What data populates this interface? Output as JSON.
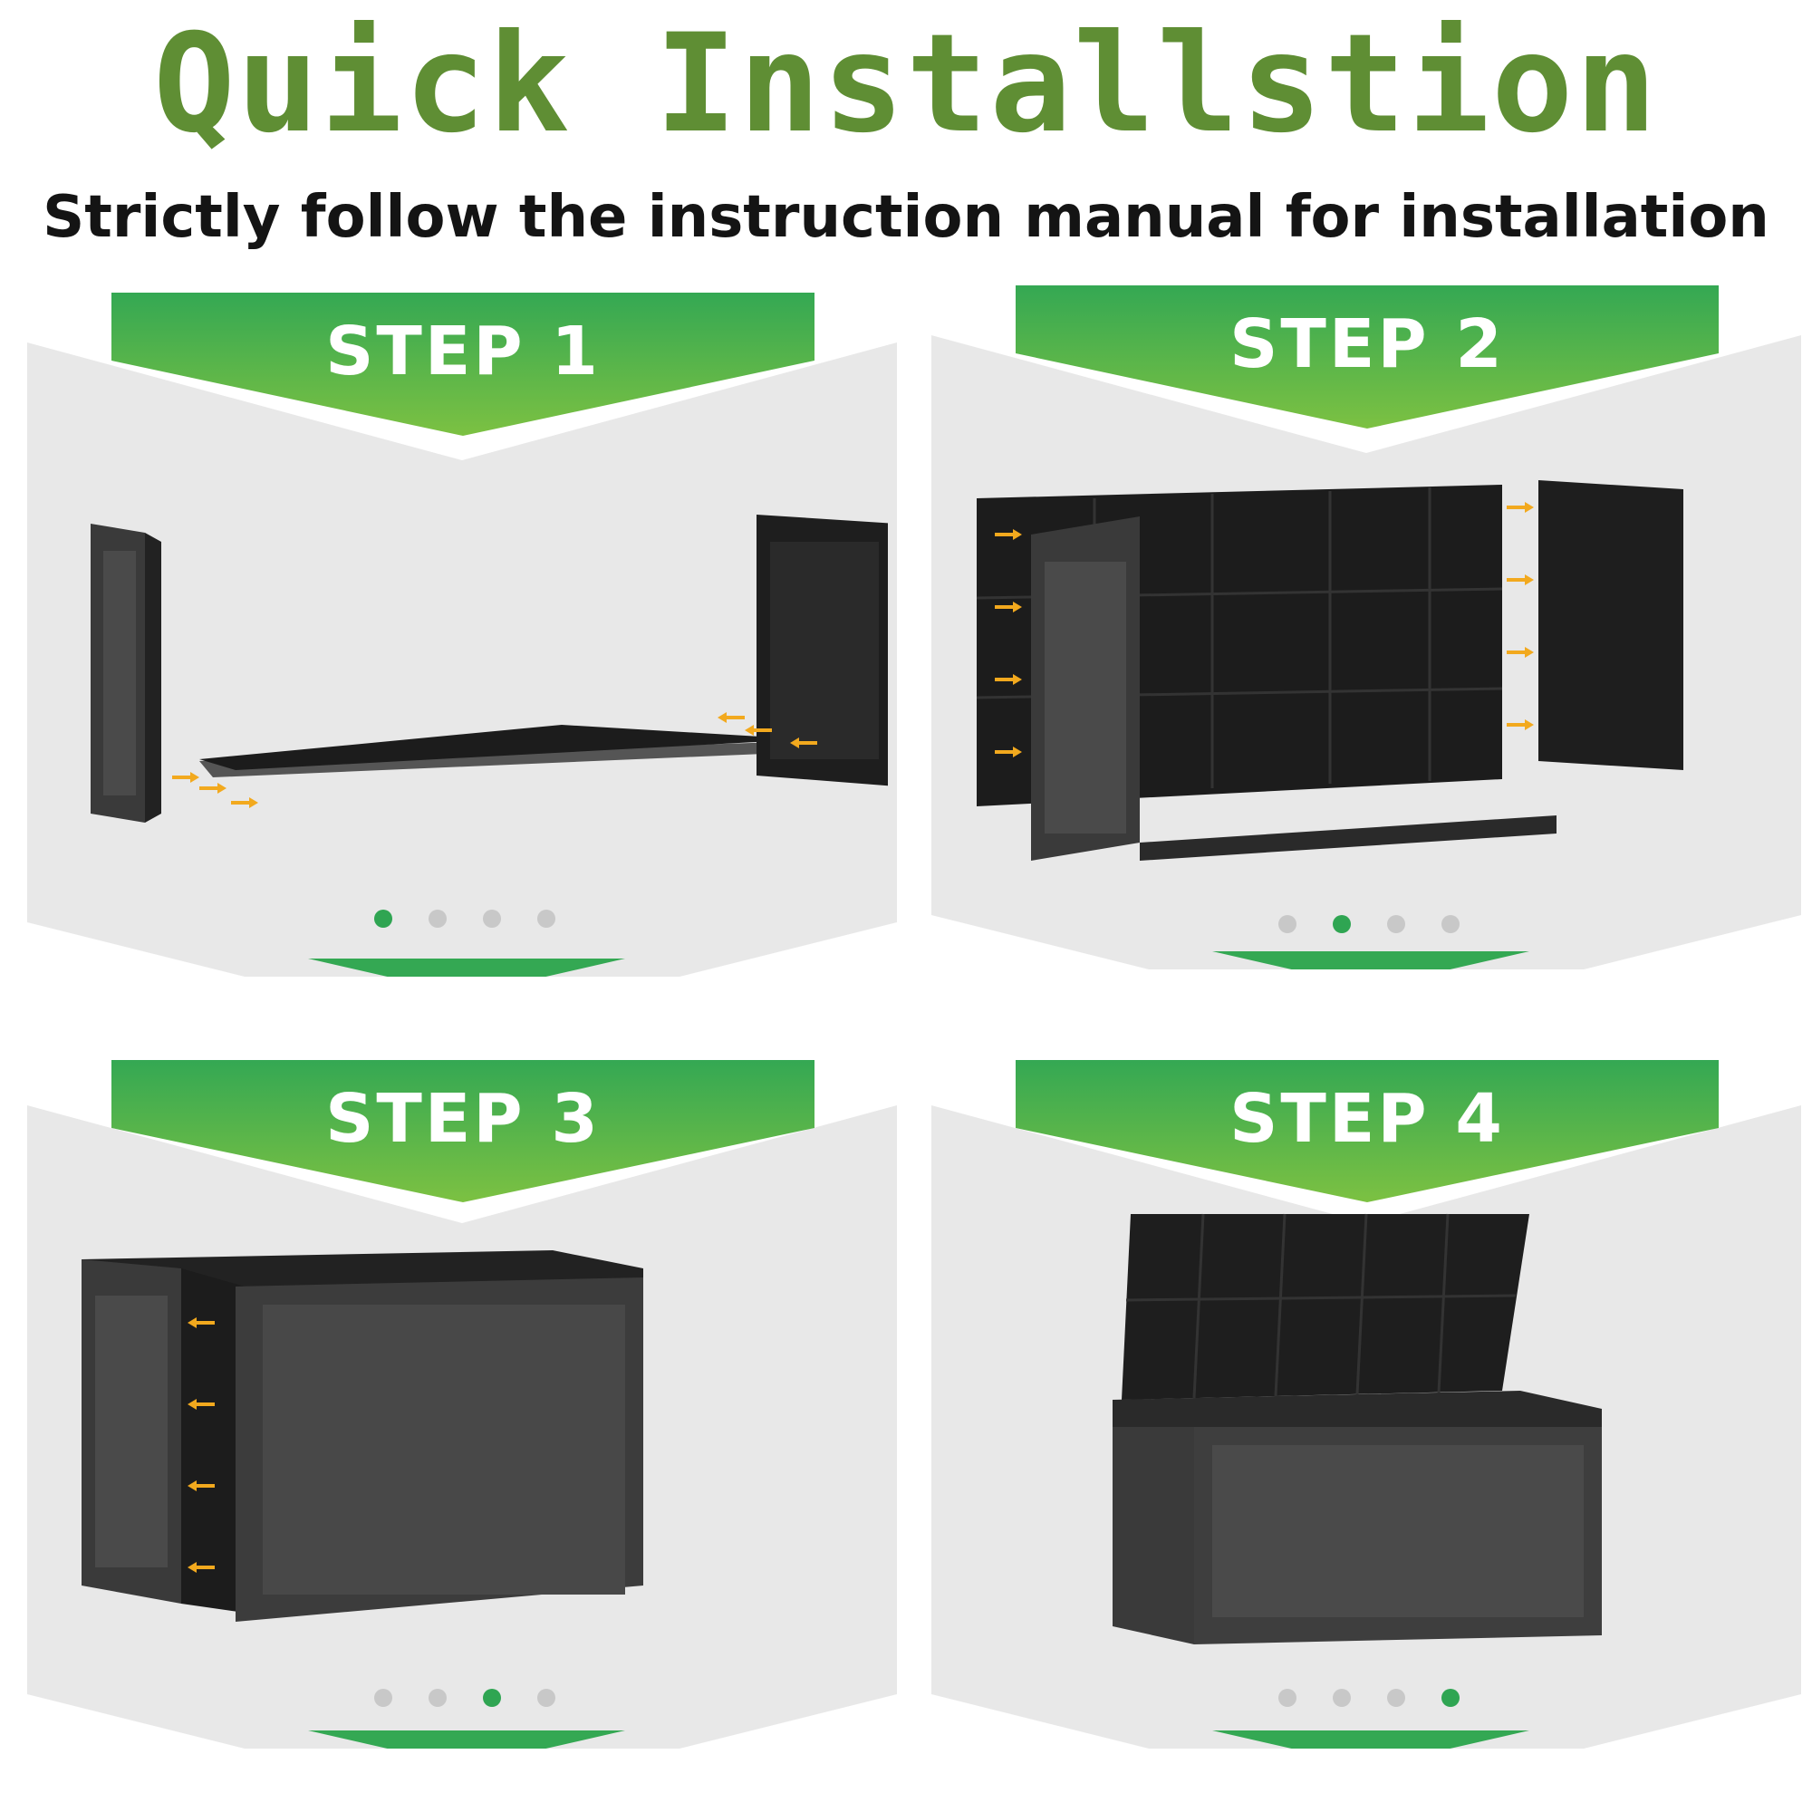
{
  "header": {
    "title": "Quick Installstion",
    "subtitle": "Strictly follow the instruction manual for installation"
  },
  "colors": {
    "title_green": "#5f8e34",
    "banner_green_top": "#34a853",
    "banner_green_bottom": "#7cc142",
    "panel_grey": "#e8e8e8",
    "dot_active": "#2fa552",
    "dot_inactive": "#c8c8c8",
    "arrow_orange": "#f2a91e"
  },
  "steps": [
    {
      "label": "STEP 1",
      "active_dot": 1,
      "dot_count": 4,
      "illustration": "box-parts-exploded-icon"
    },
    {
      "label": "STEP 2",
      "active_dot": 2,
      "dot_count": 4,
      "illustration": "box-walls-attach-icon"
    },
    {
      "label": "STEP 3",
      "active_dot": 3,
      "dot_count": 4,
      "illustration": "box-front-attach-icon"
    },
    {
      "label": "STEP 4",
      "active_dot": 4,
      "dot_count": 4,
      "illustration": "box-lid-open-icon"
    }
  ]
}
